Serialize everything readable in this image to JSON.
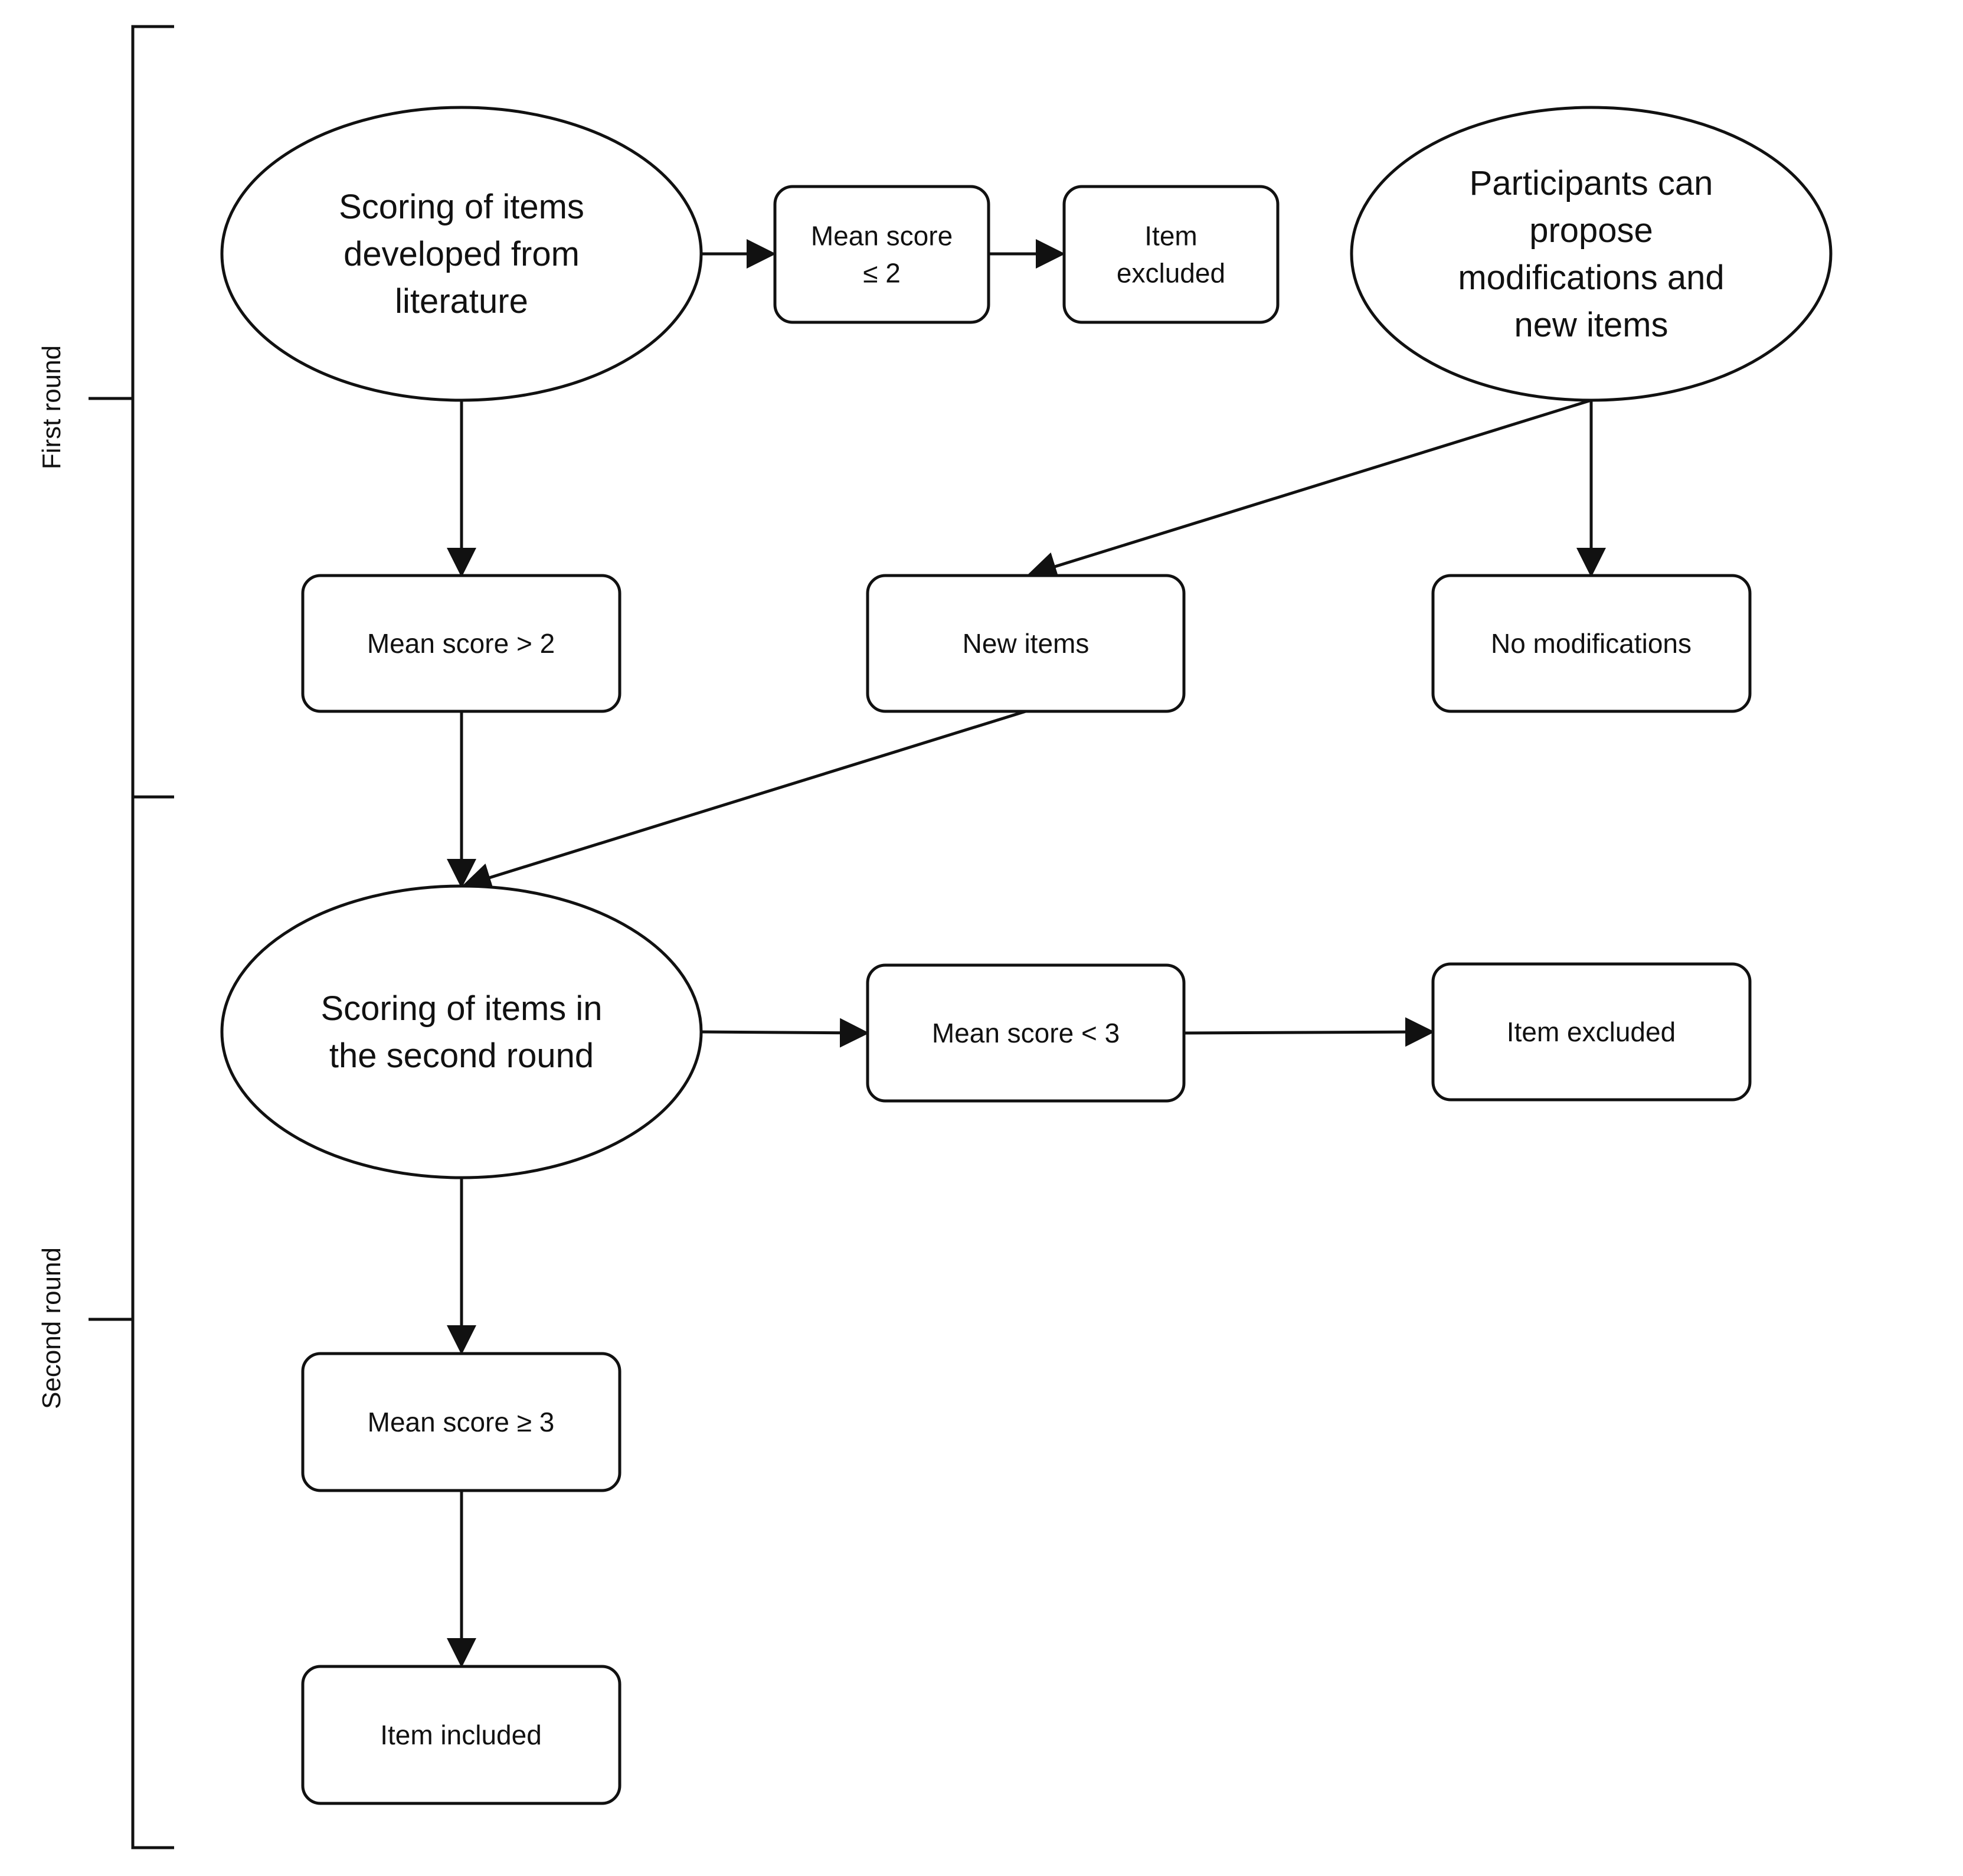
{
  "phases": {
    "first_round": "First round",
    "second_round": "Second round"
  },
  "nodes": {
    "scoring_literature": [
      "Scoring of items",
      "developed from",
      "literature"
    ],
    "mean_le2": [
      "Mean score",
      "≤ 2"
    ],
    "item_excluded_1": [
      "Item",
      "excluded"
    ],
    "participants": [
      "Participants can",
      "propose",
      "modifications and",
      "new items"
    ],
    "mean_gt2": [
      "Mean score > 2"
    ],
    "new_items": [
      "New items"
    ],
    "no_modifications": [
      "No modifications"
    ],
    "scoring_second": [
      "Scoring of items in",
      "the second round"
    ],
    "mean_lt3": [
      "Mean score < 3"
    ],
    "item_excluded_2": [
      "Item excluded"
    ],
    "mean_ge3": [
      "Mean score ≥ 3"
    ],
    "item_included": [
      "Item included"
    ]
  }
}
